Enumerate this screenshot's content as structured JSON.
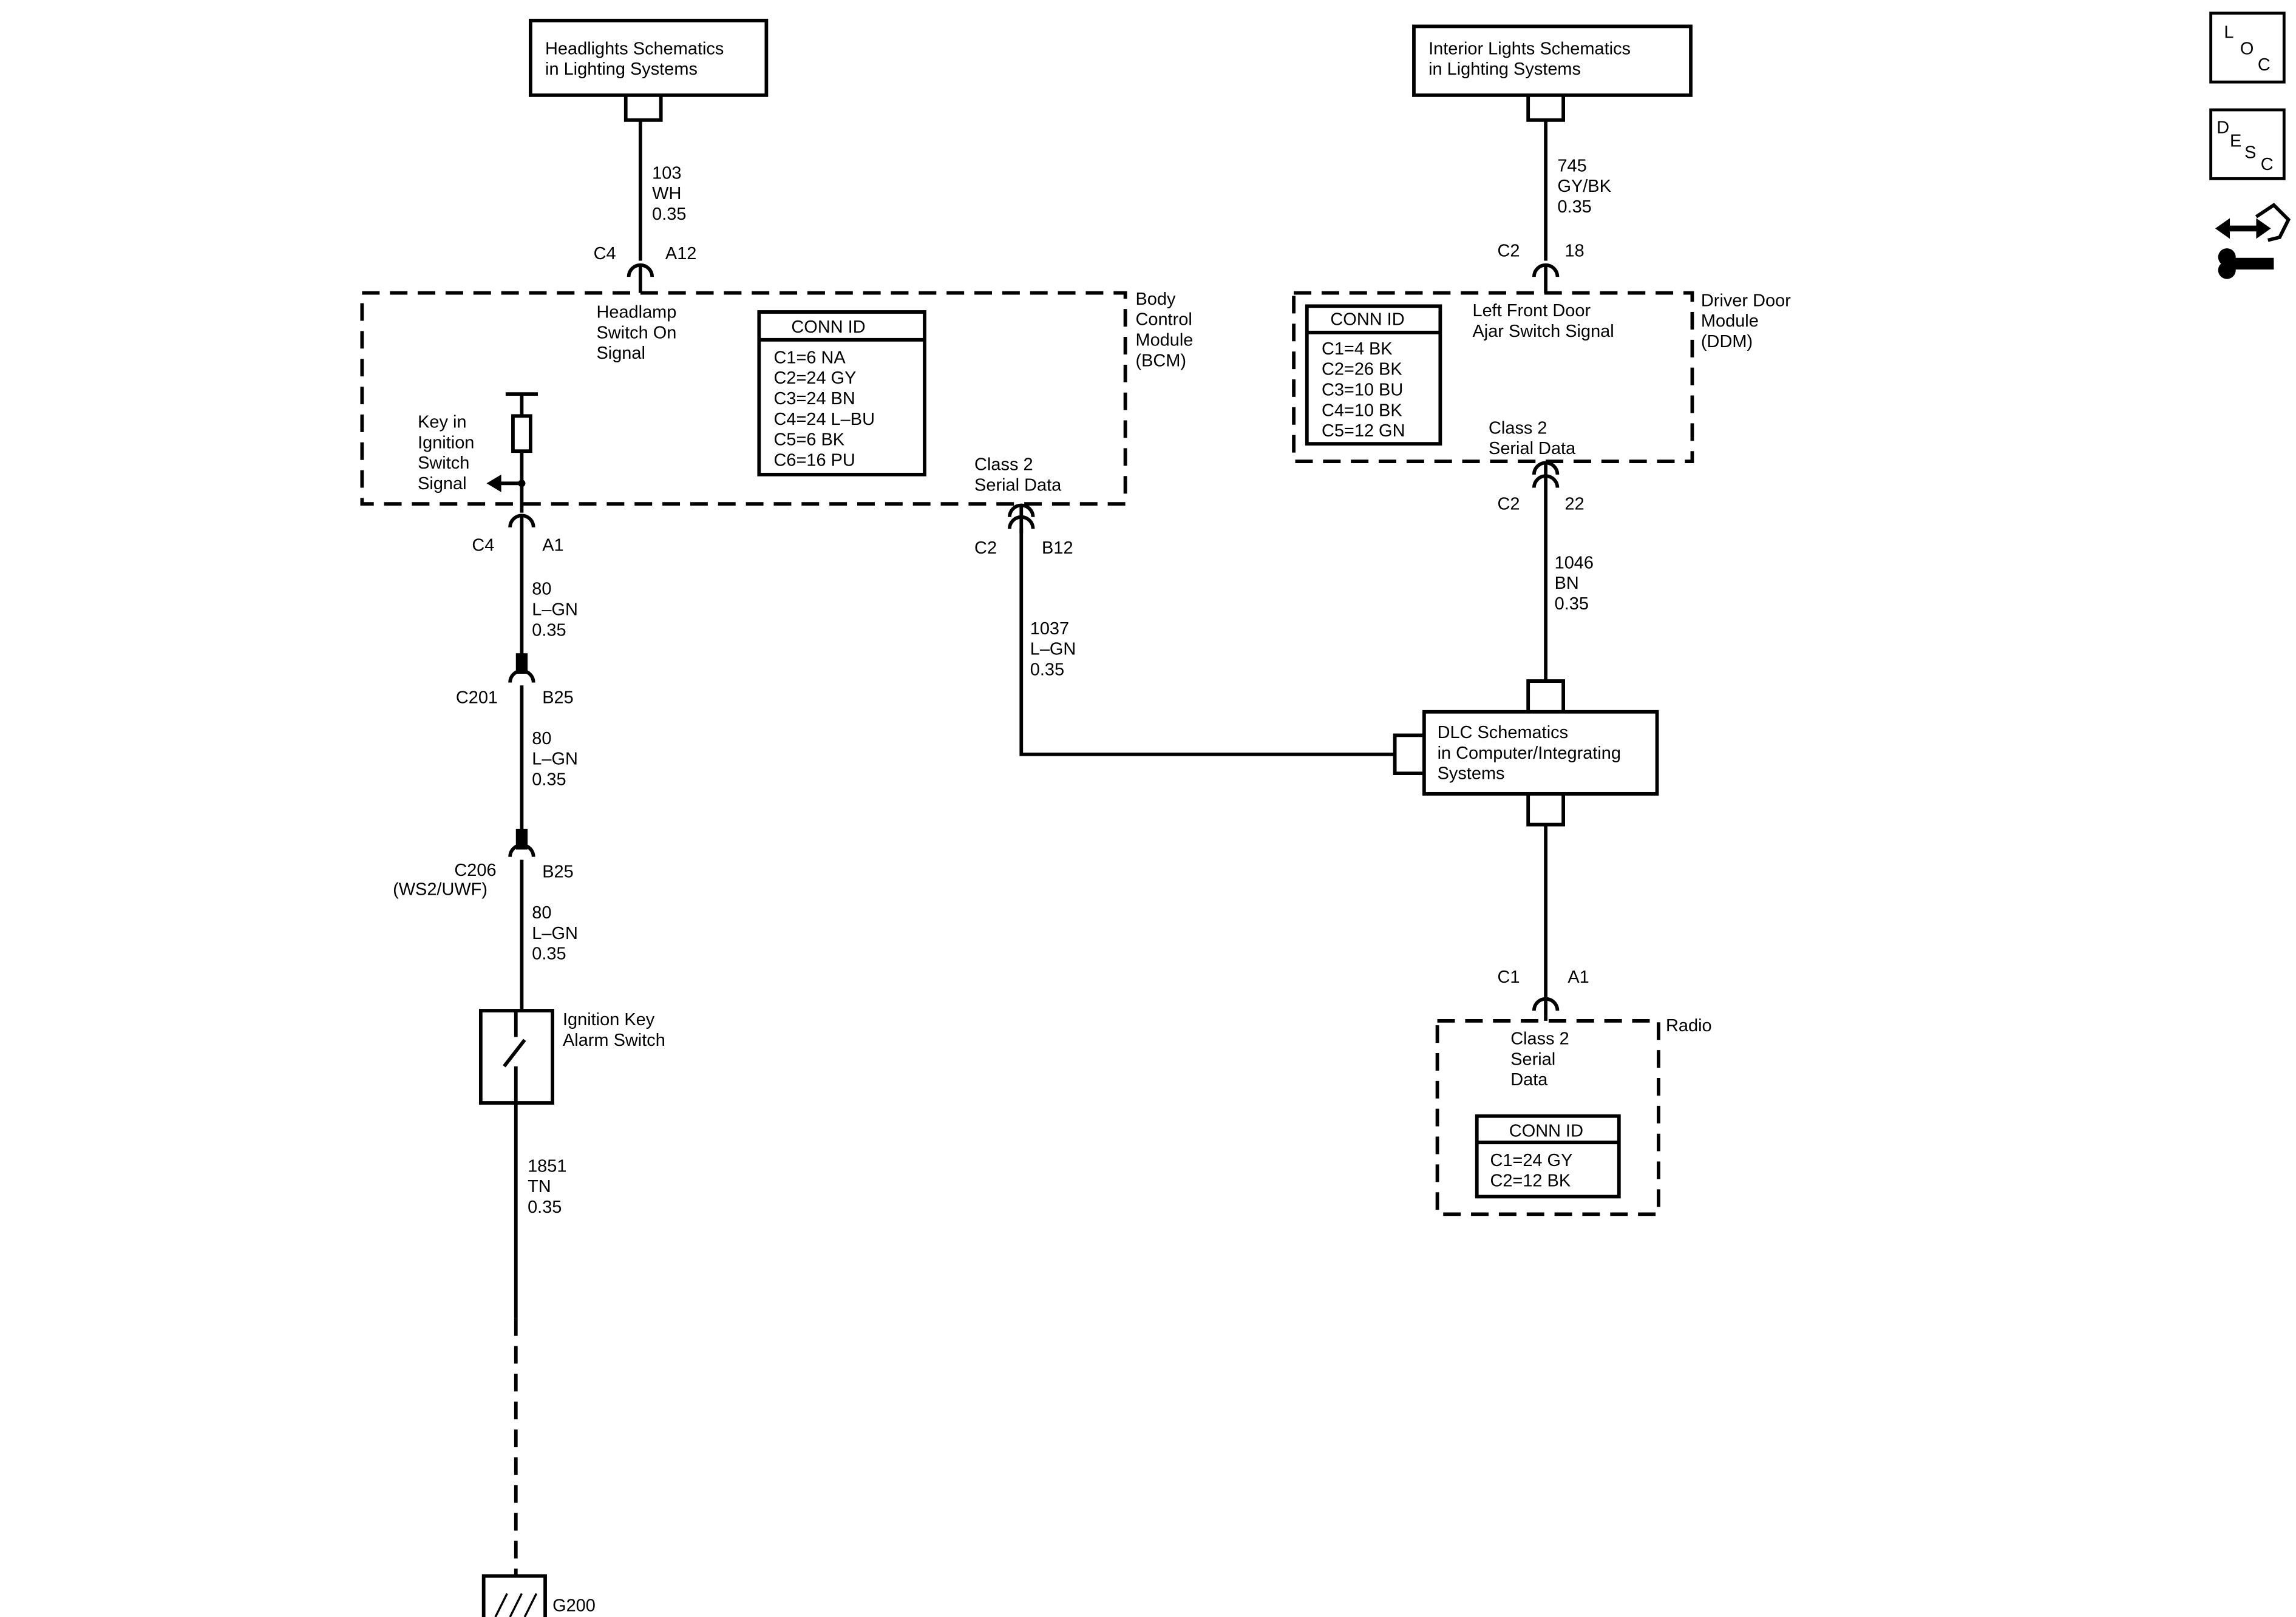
{
  "references": {
    "headlights": [
      "Headlights Schematics",
      "in Lighting Systems"
    ],
    "interior": [
      "Interior Lights Schematics",
      "in Lighting Systems"
    ],
    "dlc": [
      "DLC Schematics",
      "in Computer/Integrating",
      "Systems"
    ]
  },
  "modules": {
    "bcm": {
      "name": [
        "Body",
        "Control",
        "Module",
        "(BCM)"
      ],
      "headlamp_signal": [
        "Headlamp",
        "Switch On",
        "Signal"
      ],
      "key_signal": [
        "Key in",
        "Ignition",
        "Switch",
        "Signal"
      ],
      "serial": [
        "Class 2",
        "Serial Data"
      ],
      "conn_title": "CONN ID",
      "conn": [
        "C1=6 NA",
        "C2=24 GY",
        "C3=24 BN",
        "C4=24 L–BU",
        "C5=6 BK",
        "C6=16 PU"
      ]
    },
    "ddm": {
      "name": [
        "Driver Door",
        "Module",
        "(DDM)"
      ],
      "signal": [
        "Left Front Door",
        "Ajar Switch Signal"
      ],
      "serial": [
        "Class 2",
        "Serial Data"
      ],
      "conn_title": "CONN ID",
      "conn": [
        "C1=4 BK",
        "C2=26 BK",
        "C3=10 BU",
        "C4=10 BK",
        "C5=12 GN"
      ]
    },
    "radio": {
      "name": "Radio",
      "serial": [
        "Class 2",
        "Serial",
        "Data"
      ],
      "conn_title": "CONN ID",
      "conn": [
        "C1=24 GY",
        "C2=12 BK"
      ]
    }
  },
  "wires": {
    "w103": [
      "103",
      "WH",
      "0.35"
    ],
    "w745": [
      "745",
      "GY/BK",
      "0.35"
    ],
    "w1046": [
      "1046",
      "BN",
      "0.35"
    ],
    "w1037": [
      "1037",
      "L–GN",
      "0.35"
    ],
    "w80a": [
      "80",
      "L–GN",
      "0.35"
    ],
    "w80b": [
      "80",
      "L–GN",
      "0.35"
    ],
    "w80c": [
      "80",
      "L–GN",
      "0.35"
    ],
    "w1851": [
      "1851",
      "TN",
      "0.35"
    ]
  },
  "connectors": {
    "bcm_c4_top": "C4",
    "bcm_a12": "A12",
    "ddm_c2_top": "C2",
    "ddm_18": "18",
    "ddm_c2_bot": "C2",
    "ddm_22": "22",
    "bcm_c4_bot": "C4",
    "bcm_a1": "A1",
    "bcm_c2": "C2",
    "bcm_b12": "B12",
    "c201": "C201",
    "c201_b25": "B25",
    "c206": "C206",
    "c206_opt": "(WS2/UWF)",
    "c206_b25": "B25",
    "radio_c1": "C1",
    "radio_a1": "A1"
  },
  "switch": {
    "label": [
      "Ignition Key",
      "Alarm Switch"
    ]
  },
  "ground": {
    "label": "G200"
  },
  "nav": {
    "loc": [
      "L",
      "O",
      "C"
    ],
    "desc": [
      "D",
      "E",
      "S",
      "C"
    ],
    "icons": [
      "loc-icon",
      "desc-icon",
      "connector-wrench-icon"
    ]
  }
}
